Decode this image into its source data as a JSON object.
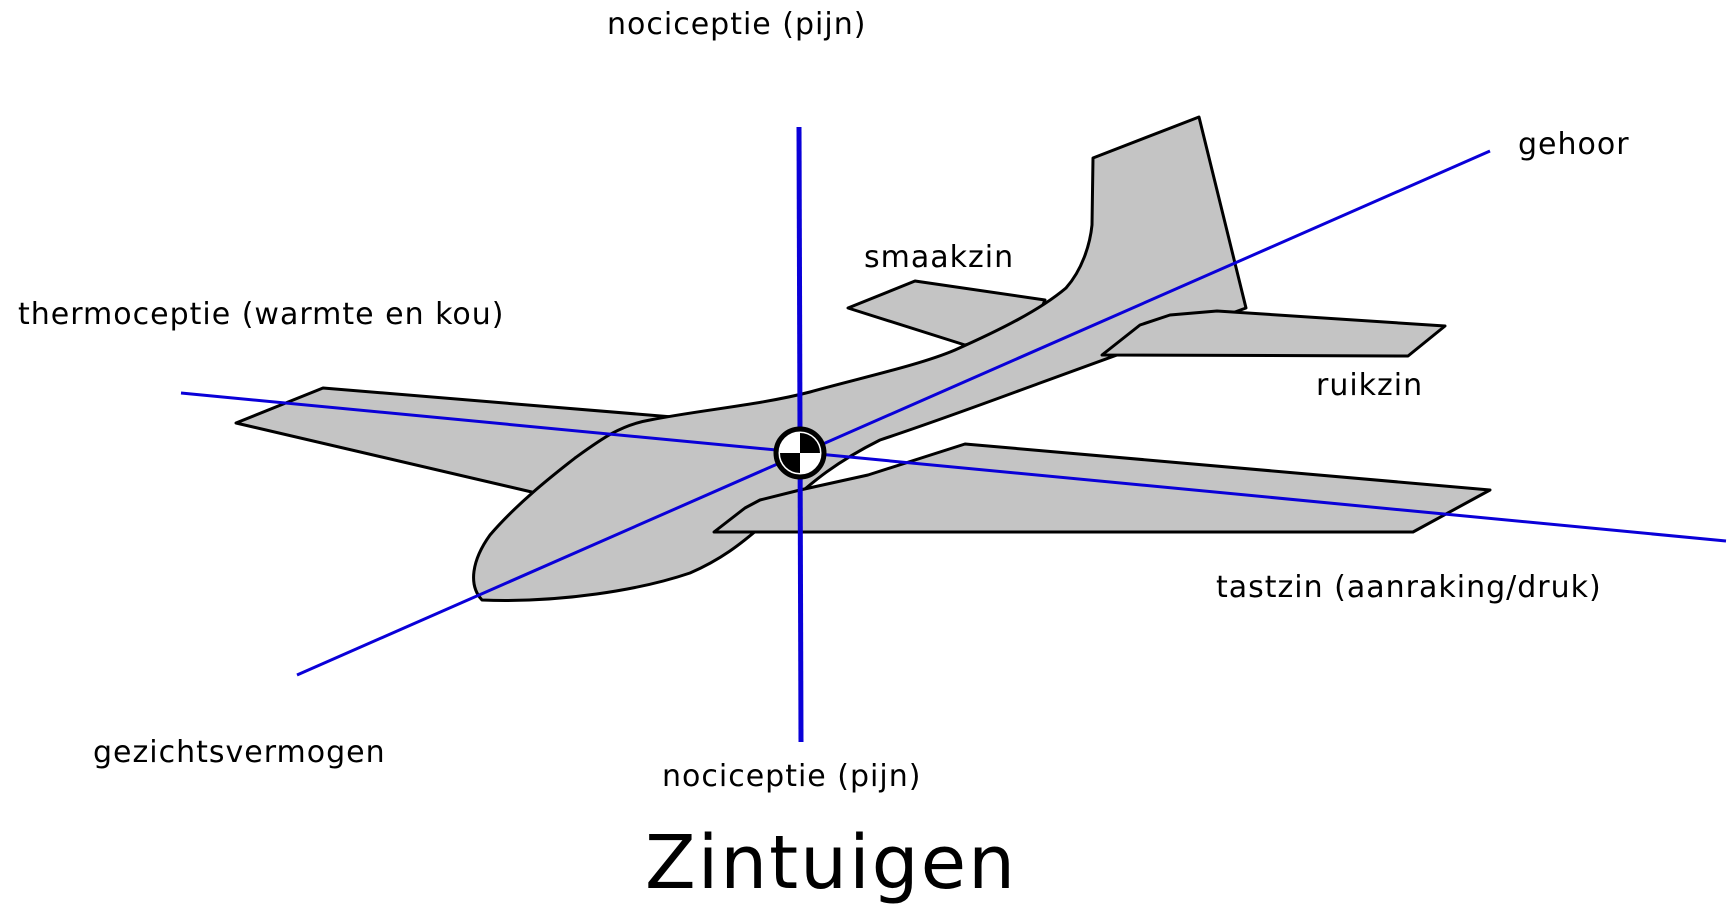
{
  "labels": {
    "top": "nociceptie (pijn)",
    "bottom": "nociceptie (pijn)",
    "upper_right": "gehoor",
    "tail": "smaakzin",
    "left": "thermoceptie (warmte en kou)",
    "stabilizer": "ruikzin",
    "right_wing": "tastzin (aanraking/druk)",
    "lower_left": "gezichtsvermogen"
  },
  "title": "Zintuigen",
  "colors": {
    "axis": "#0a00d8",
    "body_fill": "#c4c4c4",
    "outline": "#000000",
    "background": "#ffffff"
  },
  "icons": {
    "center": "center-of-gravity-icon",
    "plane": "airplane-icon"
  }
}
